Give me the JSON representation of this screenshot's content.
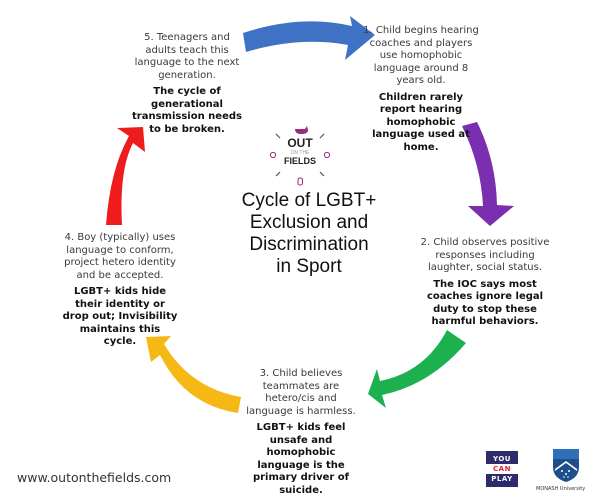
{
  "title": "Cycle of LGBT+ Exclusion and Discrimination in Sport",
  "title_lines": [
    "Cycle of LGBT+",
    "Exclusion and",
    "Discrimination",
    "in Sport"
  ],
  "logo_out_on_the_fields": {
    "top": "OUT",
    "middle": "ON THE",
    "bottom": "FIELDS",
    "accent_color": "#9b2a7a"
  },
  "steps": [
    {
      "id": 1,
      "desc": "1. Child begins hearing coaches and players use homophobic language around 8 years old.",
      "note": "Children rarely report hearing homophobic language used at home.",
      "arrow_color": "#3f72c4"
    },
    {
      "id": 2,
      "desc": "2. Child observes positive responses including laughter, social status.",
      "note": "The IOC says most coaches ignore legal duty to stop these harmful behaviors.",
      "arrow_color": "#7a2fb0"
    },
    {
      "id": 3,
      "desc": "3. Child believes teammates are hetero/cis and language is harmless.",
      "note": "LGBT+ kids feel unsafe and homophobic language is the primary driver of suicide.",
      "arrow_color": "#1db04e"
    },
    {
      "id": 4,
      "desc": "4. Boy (typically) uses language to conform, project hetero identity and be accepted.",
      "note": "LGBT+ kids hide their identity or drop out; Invisibility maintains this cycle.",
      "arrow_color": "#f5b815"
    },
    {
      "id": 5,
      "desc": "5. Teenagers and adults teach this language to the next generation.",
      "note": "The cycle of generational transmission needs to be broken.",
      "arrow_color": "#ee1c1c"
    }
  ],
  "footer": {
    "url": "www.outonthefields.com",
    "you_can_play": [
      "YOU",
      "CAN",
      "PLAY"
    ],
    "monash": "MONASH University"
  }
}
